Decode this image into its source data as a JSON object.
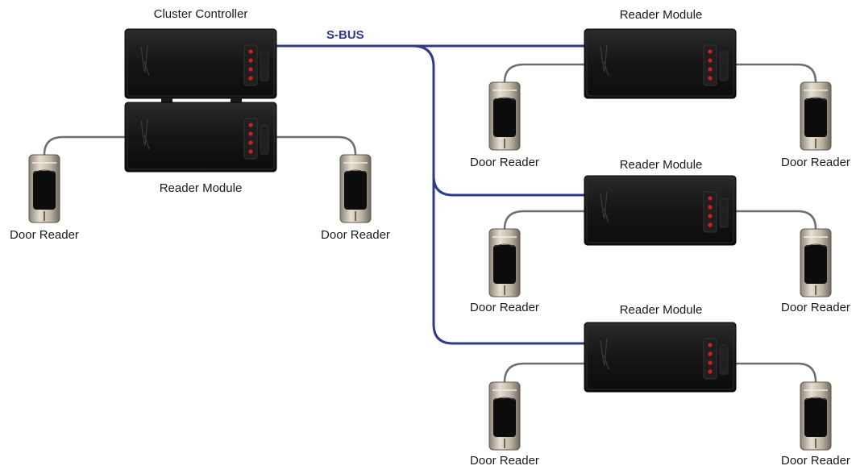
{
  "labels": {
    "cluster_controller": "Cluster Controller",
    "reader_module": "Reader Module",
    "door_reader": "Door Reader",
    "bus": "S-BUS"
  },
  "colors": {
    "bus_line": "#2e3a8c",
    "cable": "#6e6e6e",
    "module_body": "#141414",
    "led": "#d21e1e",
    "reader_face": "#0c0c0c",
    "reader_metal": "#c9c0b0"
  }
}
